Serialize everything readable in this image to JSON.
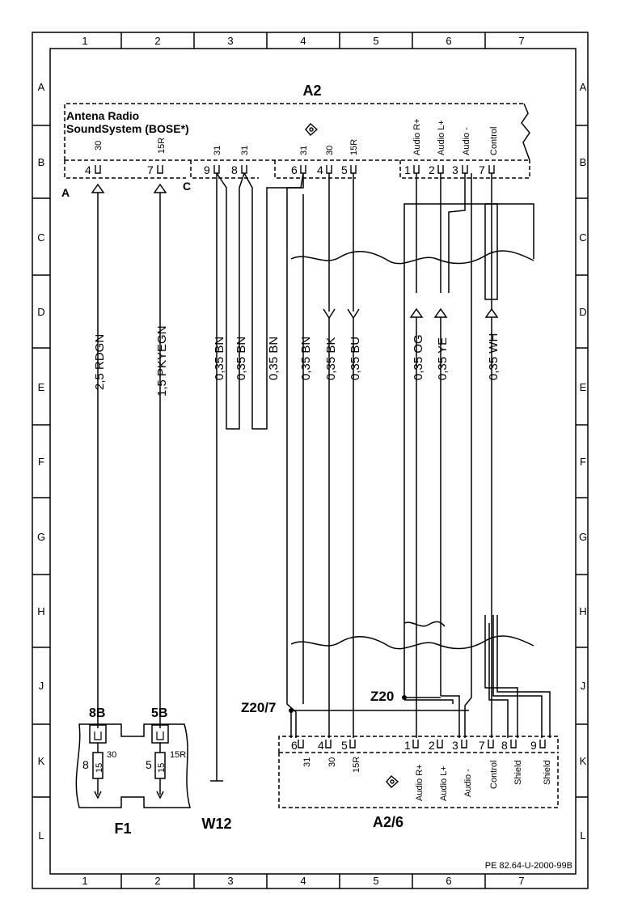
{
  "frame": {
    "columns": [
      "1",
      "2",
      "3",
      "4",
      "5",
      "6",
      "7"
    ],
    "rows": [
      "A",
      "B",
      "C",
      "D",
      "E",
      "F",
      "G",
      "H",
      "J",
      "K",
      "L"
    ]
  },
  "component_a2": {
    "title": "A2",
    "name_line1": "Antena Radio",
    "name_line2": "SoundSystem (BOSE*)",
    "pins": [
      {
        "num": "4",
        "label": "30"
      },
      {
        "num": "7",
        "label": "15R"
      },
      {
        "num": "9",
        "label": "31"
      },
      {
        "num": "8",
        "label": "31"
      },
      {
        "num": "6",
        "label": "31"
      },
      {
        "num": "4",
        "label": "30"
      },
      {
        "num": "5",
        "label": "15R"
      },
      {
        "num": "1",
        "label": "Audio R+"
      },
      {
        "num": "2",
        "label": "Audio L+"
      },
      {
        "num": "3",
        "label": "Audio -"
      },
      {
        "num": "7",
        "label": "Control"
      }
    ],
    "connector_a": "A",
    "connector_c": "C"
  },
  "wires": [
    {
      "label": "2,5 RDGN"
    },
    {
      "label": "1,5 PKYEGN"
    },
    {
      "label": "0,35 BN"
    },
    {
      "label": "0,35 BN"
    },
    {
      "label": "0,35 BN"
    },
    {
      "label": "0,35 BN"
    },
    {
      "label": "0,35 BK"
    },
    {
      "label": "0,35 BU"
    },
    {
      "label": "0,35 OG"
    },
    {
      "label": "0,35 YE"
    },
    {
      "label": "0,35 WH"
    }
  ],
  "component_a26": {
    "title": "A2/6",
    "pins": [
      {
        "num": "6",
        "label": "31"
      },
      {
        "num": "4",
        "label": "30"
      },
      {
        "num": "5",
        "label": "15R"
      },
      {
        "num": "1",
        "label": "Audio R+"
      },
      {
        "num": "2",
        "label": "Audio L+"
      },
      {
        "num": "3",
        "label": "Audio -"
      },
      {
        "num": "7",
        "label": "Control"
      },
      {
        "num": "8",
        "label": "Shield"
      },
      {
        "num": "9",
        "label": "Shield"
      }
    ]
  },
  "fuse_box": {
    "title": "F1",
    "fuse1": {
      "ref": "8B",
      "pin": "8",
      "rating": "15",
      "term": "30"
    },
    "fuse2": {
      "ref": "5B",
      "pin": "5",
      "rating": "15",
      "term": "15R"
    }
  },
  "ground": {
    "label": "W12"
  },
  "splices": {
    "z20_7": "Z20/7",
    "z20": "Z20"
  },
  "drawing_code": "PE 82.64-U-2000-99B"
}
